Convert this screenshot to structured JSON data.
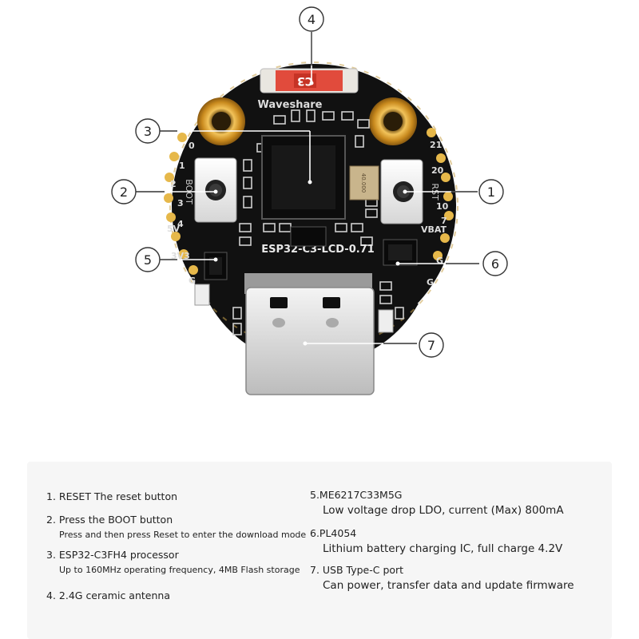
{
  "board": {
    "brand": "Waveshare",
    "model": "ESP32-C3-LCD-0.71",
    "ant_mark": "C3",
    "crystal_mark": "40.000",
    "button_left": "BOOT",
    "button_right": "RST",
    "pins_left": [
      "0",
      "1",
      "2",
      "3",
      "4",
      "5V",
      "3V3",
      "G"
    ],
    "pins_right": [
      "21",
      "20",
      "10",
      "7",
      "VBAT",
      "G",
      "G"
    ],
    "callouts": [
      "1",
      "2",
      "3",
      "4",
      "5",
      "6",
      "7"
    ]
  },
  "legend": {
    "left": [
      {
        "title": "1. RESET The reset button",
        "desc": ""
      },
      {
        "title": "2. Press the BOOT button",
        "desc": "Press and then press Reset to enter the download mode"
      },
      {
        "title": "3. ESP32-C3FH4 processor",
        "desc": "Up to 160MHz operating frequency, 4MB Flash storage"
      },
      {
        "title": "4. 2.4G ceramic antenna",
        "desc": ""
      }
    ],
    "right": [
      {
        "title": "5.ME6217C33M5G",
        "desc": "Low voltage drop LDO, current (Max) 800mA"
      },
      {
        "title": "6.PL4054",
        "desc": "Lithium battery charging IC, full charge 4.2V"
      },
      {
        "title": "7. USB Type-C port",
        "desc": "Can power, transfer data and update firmware"
      }
    ]
  }
}
